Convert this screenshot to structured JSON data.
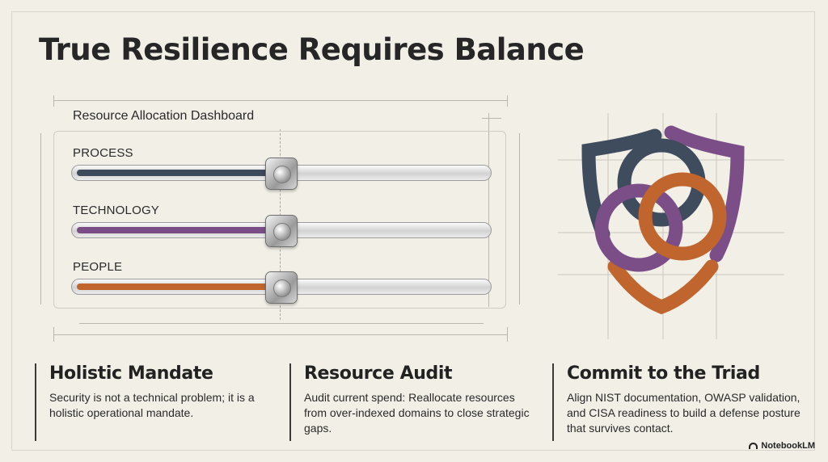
{
  "page": {
    "title": "True Resilience Requires Balance"
  },
  "dashboard": {
    "title": "Resource Allocation Dashboard",
    "sliders": [
      {
        "label": "PROCESS",
        "value_fraction": 0.5,
        "color": "#3d4a5c"
      },
      {
        "label": "TECHNOLOGY",
        "value_fraction": 0.5,
        "color": "#7a4d86"
      },
      {
        "label": "PEOPLE",
        "value_fraction": 0.5,
        "color": "#c0652e"
      }
    ]
  },
  "logo": {
    "icon": "shield-triad-icon",
    "colors": [
      "#3f4c5e",
      "#7b4e87",
      "#c0652e"
    ]
  },
  "columns": [
    {
      "heading": "Holistic Mandate",
      "body": "Security is not a technical problem; it is a holistic operational mandate."
    },
    {
      "heading": "Resource Audit",
      "body": "Audit current spend: Reallocate resources from over-indexed domains to close strategic gaps."
    },
    {
      "heading": "Commit to the Triad",
      "body": "Align NIST documentation, OWASP validation, and CISA readiness to build a defense posture that survives contact."
    }
  ],
  "brand": {
    "label": "NotebookLM",
    "icon": "notebooklm-icon"
  }
}
